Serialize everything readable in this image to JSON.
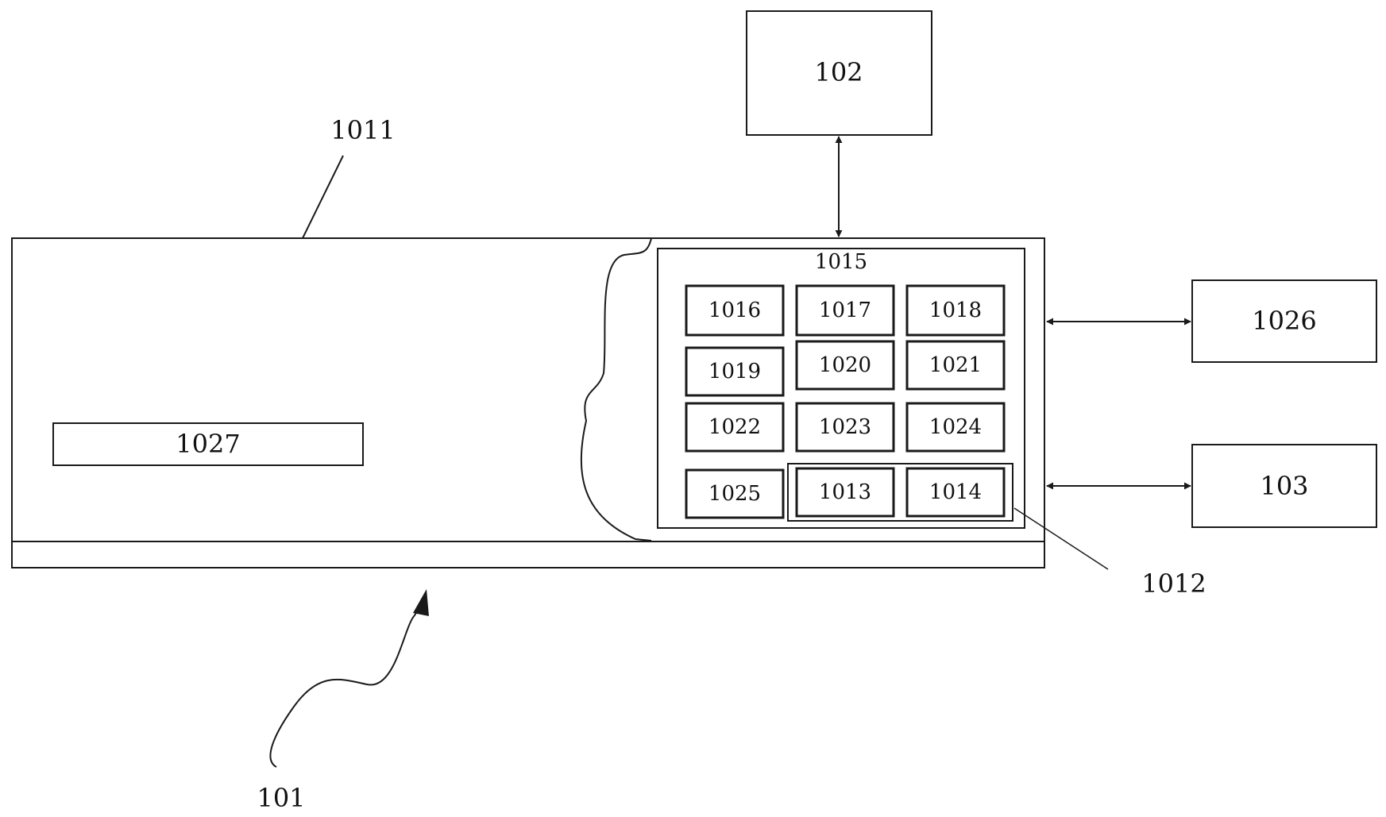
{
  "labels": {
    "device": "101",
    "server": "102",
    "unit_103": "103",
    "housing": "1011",
    "group": "1012",
    "panel": "1015",
    "unit_1026": "1026",
    "strip": "1027"
  },
  "grid": {
    "row1": [
      "1016",
      "1017",
      "1018"
    ],
    "row2": [
      "1019",
      "1020",
      "1021"
    ],
    "row3": [
      "1022",
      "1023",
      "1024"
    ],
    "row4": [
      "1025",
      "1013",
      "1014"
    ]
  }
}
